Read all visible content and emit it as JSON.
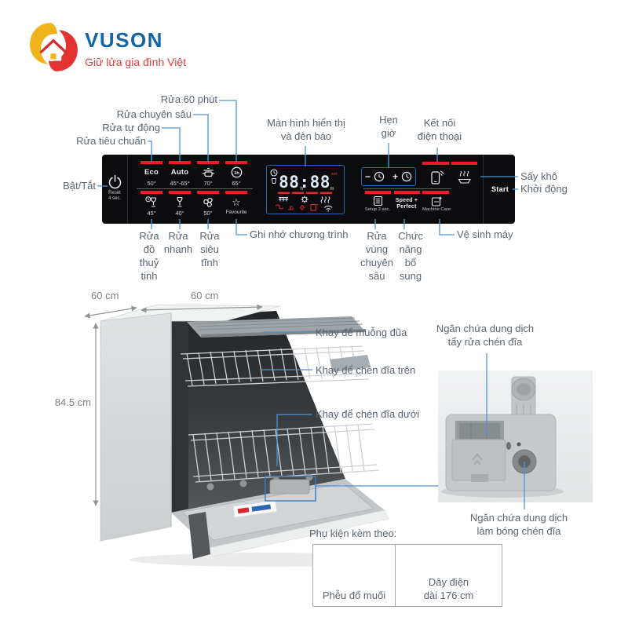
{
  "logo": {
    "brand": "VUSON",
    "tagline": "Giữ lửa gia đình Việt"
  },
  "colors": {
    "accent_red": "#ed1c24",
    "callout_blue": "#4f93d8",
    "label_gray": "#5b6570",
    "panel_black": "#0c0c0e",
    "display_border_blue": "#2b66b5",
    "brand_blue": "#1565a3",
    "brand_red": "#e23c39"
  },
  "icons": {
    "power": "power-icon",
    "pot": "pot-icon",
    "one_hour": "1h-clock-icon",
    "glass_clock": "glass-clock-icon",
    "glass": "glass-icon",
    "quiet": "quiet-fan-icon",
    "star": "☆",
    "timer_clock": "◷",
    "remote": "phone-signal-icon",
    "extra_dry": "dish-steam-icon",
    "setup": "list-icon",
    "machine_care": "machine-care-icon",
    "wifi": "wifi-icon",
    "sun": "☀",
    "steam": "≋"
  },
  "top_callouts": {
    "rua_60_phut": "Rửa 60 phút",
    "rua_chuyen_sau": "Rửa chuyên sâu",
    "rua_tu_dong": "Rửa tự động",
    "rua_tieu_chuan": "Rửa tiêu chuẩn",
    "man_hinh_1": "Màn hình hiển thị",
    "man_hinh_2": "và đèn báo",
    "hen_gio_1": "Hẹn",
    "hen_gio_2": "giờ",
    "ket_noi_1": "Kết nối",
    "ket_noi_2": "điện thoại",
    "bat_tat": "Bật/Tắt",
    "say_kho": "Sấy khô",
    "khoi_dong": "Khởi động"
  },
  "bottom_callouts": {
    "rua_do_thuy_tinh": [
      "Rửa",
      "đồ",
      "thuỷ",
      "tinh"
    ],
    "rua_nhanh": [
      "Rửa",
      "nhanh"
    ],
    "rua_sieu_tinh": [
      "Rửa",
      "siêu",
      "tĩnh"
    ],
    "ghi_nho": "Ghi nhớ chương trình",
    "rua_vung": [
      "Rửa",
      "vùng",
      "chuyên",
      "sâu"
    ],
    "chuc_nang": [
      "Chức",
      "năng",
      "bổ",
      "sung"
    ],
    "ve_sinh": "Vệ sinh máy"
  },
  "panel": {
    "reset_1": "Reset",
    "reset_2": "4 sec.",
    "start": "Start",
    "programs": [
      {
        "label": "Eco",
        "temp": "50°"
      },
      {
        "label": "Auto",
        "temp": "45°-65°"
      },
      {
        "label": "",
        "temp": "70°"
      },
      {
        "label": "",
        "temp": "65°"
      }
    ],
    "programs2": [
      {
        "temp": "45°"
      },
      {
        "temp": "40°"
      },
      {
        "temp": "50°"
      },
      {
        "temp": "Favourite"
      }
    ],
    "display": {
      "time": "88:88",
      "h": "h",
      "m": "m",
      "set": "set"
    },
    "timer_minus": "−",
    "timer_plus": "+",
    "setup": "Setup 3 sec.",
    "speed_1": "Speed +",
    "speed_2": "Perfect",
    "machine_care": "Machine Care"
  },
  "product": {
    "dims": {
      "depth": "60 cm",
      "width": "60 cm",
      "height": "84.5 cm"
    },
    "racks": {
      "khay_muong": "Khay để muỗng đũa",
      "khay_tren": "Khay để chén đĩa trên",
      "khay_duoi": "Khay để chén đĩa dưới"
    },
    "dispenser": {
      "tay_rua_1": "Ngăn chứa dung dịch",
      "tay_rua_2": "tẩy rửa chén đĩa",
      "lam_bong_1": "Ngăn chứa dung dịch",
      "lam_bong_2": "làm bóng chén đĩa"
    }
  },
  "accessories": {
    "title": "Phụ kiện kèm theo:",
    "funnel": "Phễu đổ muối",
    "cord_1": "Dây điện",
    "cord_2": "dài 176 cm"
  }
}
